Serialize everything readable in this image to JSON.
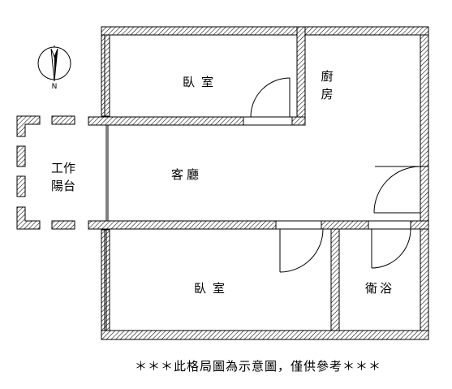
{
  "rooms": {
    "bedroom_top": "臥室",
    "kitchen_line1": "廚",
    "kitchen_line2": "房",
    "living_room": "客廳",
    "balcony_line1": "工作",
    "balcony_line2": "陽台",
    "bedroom_bottom": "臥室",
    "bathroom": "衛浴"
  },
  "compass": {
    "north": "N"
  },
  "note": "＊＊＊此格局圖為示意圖，僅供參考＊＊＊",
  "colors": {
    "line": "#000000",
    "background": "#ffffff"
  }
}
